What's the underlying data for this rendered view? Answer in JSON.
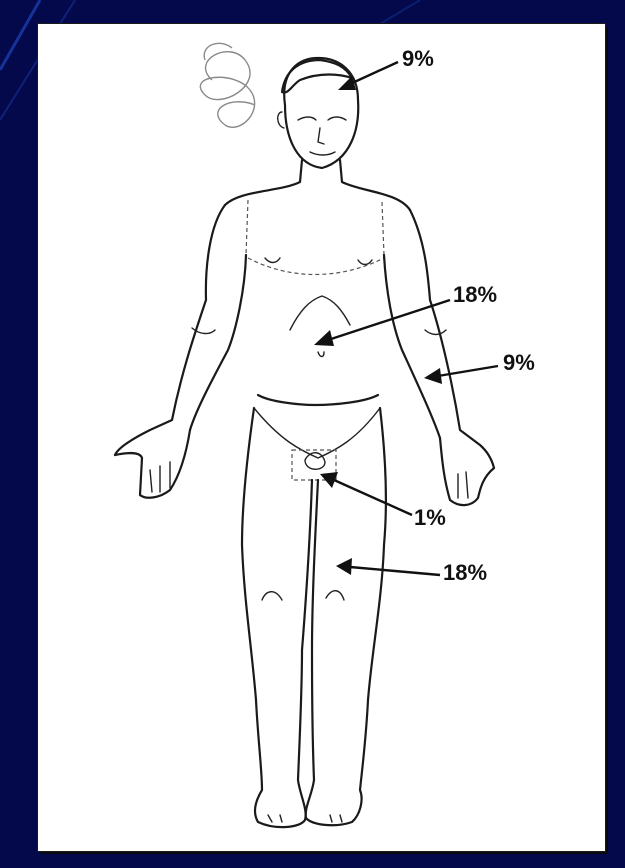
{
  "labels": {
    "head": "9%",
    "trunk": "18%",
    "arm": "9%",
    "perineum": "1%",
    "leg": "18%"
  },
  "colors": {
    "background": "#03094a",
    "card": "#ffffff",
    "ink": "#111111"
  }
}
